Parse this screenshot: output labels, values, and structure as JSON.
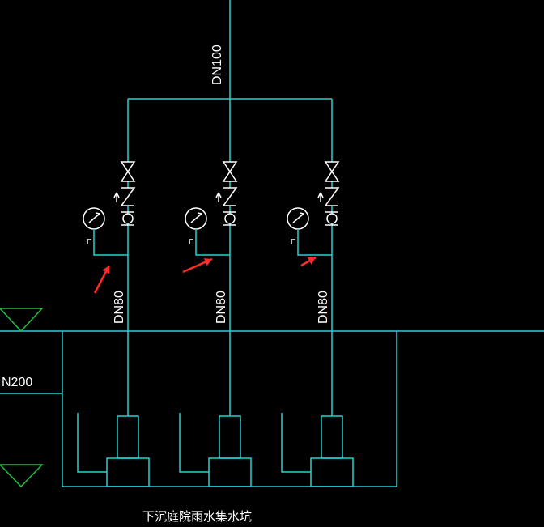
{
  "colors": {
    "background": "#000000",
    "pipe": "#22d3d3",
    "valve": "#ffffff",
    "gauge": "#ffffff",
    "ground": "#22c040",
    "arrow": "#ff2a2a",
    "text": "#ffffff"
  },
  "labels": {
    "main_pipe": "DN100",
    "branch_pipes": [
      "DN80",
      "DN80",
      "DN80"
    ],
    "left_pipe": "N200",
    "pit_title": "下沉庭院雨水集水坑"
  },
  "branches": [
    {
      "pipe_label": "DN80",
      "has_check_valve": true,
      "has_gate_valve": true,
      "has_pressure_gauge": true,
      "has_pump": true,
      "annotated": true
    },
    {
      "pipe_label": "DN80",
      "has_check_valve": true,
      "has_gate_valve": true,
      "has_pressure_gauge": true,
      "has_pump": true,
      "annotated": true
    },
    {
      "pipe_label": "DN80",
      "has_check_valve": true,
      "has_gate_valve": true,
      "has_pressure_gauge": true,
      "has_pump": true,
      "annotated": true
    }
  ]
}
